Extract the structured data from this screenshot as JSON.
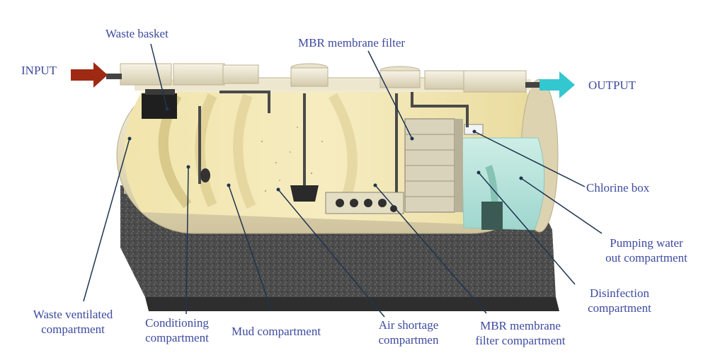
{
  "labels": {
    "input": "INPUT",
    "output": "OUTPUT",
    "waste_basket": "Waste basket",
    "mbr_membrane_filter": "MBR membrane filter",
    "chlorine_box": "Chlorine box",
    "pumping_line1": "Pumping water",
    "pumping_line2": "out compartment",
    "disinfection_line1": "Disinfection",
    "disinfection_line2": "compartment",
    "waste_ventilated_line1": "Waste ventilated",
    "waste_ventilated_line2": "compartment",
    "conditioning_line1": "Conditioning",
    "conditioning_line2": "compartment",
    "mud": "Mud compartment",
    "air_shortage_line1": "Air shortage",
    "air_shortage_line2": "compartmen",
    "mbr_filter_comp_line1": "MBR membrane",
    "mbr_filter_comp_line2": "filter compartment"
  },
  "colors": {
    "label_text": "#3d4a9e",
    "leader_line": "#1f3550",
    "input_arrow": "#9e2a14",
    "output_arrow": "#33c7cf",
    "tank_shell": "#e8e1c2",
    "tank_interior": "#efe1a4",
    "disinfection_water": "#bfe8e0",
    "gravel": "#4a4a4a"
  }
}
